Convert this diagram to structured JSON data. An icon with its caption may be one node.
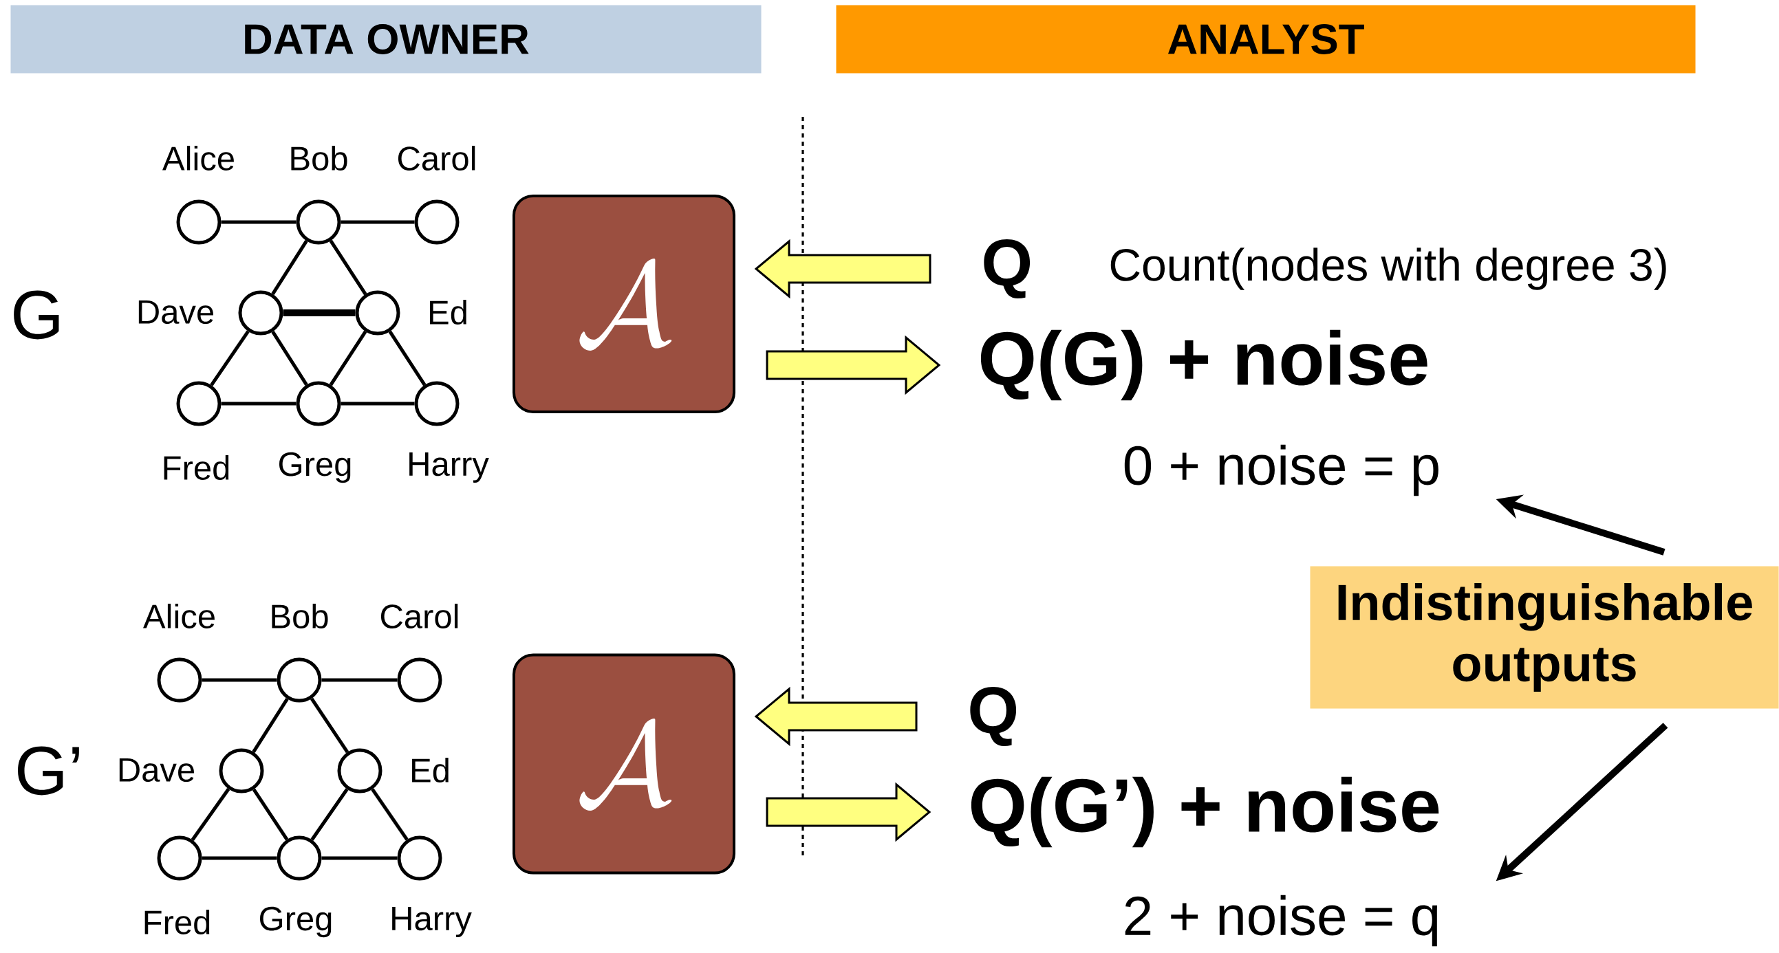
{
  "diagram": {
    "nodes": [
      {
        "text": [
          "DATA OWNER"
        ]
      },
      {
        "text": [
          "ANALYST"
        ]
      },
      {
        "text": [],
        "shape": "circle",
        "beside": [
          "Alice"
        ]
      },
      {
        "text": [],
        "shape": "circle",
        "beside": [
          "Bob"
        ]
      },
      {
        "text": [],
        "shape": "circle",
        "beside": [
          "Carol"
        ]
      },
      {
        "text": [],
        "shape": "circle",
        "beside": [
          "Dave"
        ]
      },
      {
        "text": [],
        "shape": "circle",
        "beside": [
          "Ed"
        ]
      },
      {
        "text": [],
        "shape": "circle",
        "beside": [
          "Fred"
        ]
      },
      {
        "text": [],
        "shape": "circle",
        "beside": [
          "Greg"
        ]
      },
      {
        "text": [],
        "shape": "circle",
        "beside": [
          "Harry"
        ]
      },
      {
        "text": [],
        "shape": "circle",
        "beside": [
          "Alice"
        ]
      },
      {
        "text": [],
        "shape": "circle",
        "beside": [
          "Bob"
        ]
      },
      {
        "text": [],
        "shape": "circle",
        "beside": [
          "Carol"
        ]
      },
      {
        "text": [],
        "shape": "circle",
        "beside": [
          "Dave"
        ]
      },
      {
        "text": [],
        "shape": "circle",
        "beside": [
          "Ed"
        ]
      },
      {
        "text": [],
        "shape": "circle",
        "beside": [
          "Fred"
        ]
      },
      {
        "text": [],
        "shape": "circle",
        "beside": [
          "Greg"
        ]
      },
      {
        "text": [],
        "shape": "circle",
        "beside": [
          "Harry"
        ]
      },
      {
        "text": [
          "\\mathcal{A}"
        ]
      },
      {
        "text": [
          "\\mathcal{A}"
        ]
      },
      {
        "text": [
          "Q"
        ],
        "beside": [
          "Count(nodes with degree 3)"
        ]
      },
      {
        "text": [
          "Q(G) + noise"
        ]
      },
      {
        "text": [
          "0 + noise = p"
        ]
      },
      {
        "text": [
          "Indistinguishable outputs"
        ]
      },
      {
        "text": [
          "Q"
        ]
      },
      {
        "text": [
          "Q(G’) + noise"
        ]
      },
      {
        "text": [
          "2 + noise = q"
        ]
      }
    ],
    "edges": [
      {
        "from": 2,
        "to": 3,
        "arrow": "none"
      },
      {
        "from": 3,
        "to": 4,
        "arrow": "none"
      },
      {
        "from": 3,
        "to": 5,
        "arrow": "none"
      },
      {
        "from": 3,
        "to": 6,
        "arrow": "none"
      },
      {
        "from": 5,
        "to": 6,
        "arrow": "none",
        "style": "thick"
      },
      {
        "from": 5,
        "to": 7,
        "arrow": "none"
      },
      {
        "from": 5,
        "to": 8,
        "arrow": "none"
      },
      {
        "from": 6,
        "to": 8,
        "arrow": "none"
      },
      {
        "from": 6,
        "to": 9,
        "arrow": "none"
      },
      {
        "from": 7,
        "to": 8,
        "arrow": "none"
      },
      {
        "from": 8,
        "to": 9,
        "arrow": "none"
      },
      {
        "from": 10,
        "to": 11,
        "arrow": "none"
      },
      {
        "from": 11,
        "to": 12,
        "arrow": "none"
      },
      {
        "from": 11,
        "to": 13,
        "arrow": "none"
      },
      {
        "from": 11,
        "to": 14,
        "arrow": "none"
      },
      {
        "from": 13,
        "to": 15,
        "arrow": "none"
      },
      {
        "from": 13,
        "to": 16,
        "arrow": "none"
      },
      {
        "from": 14,
        "to": 16,
        "arrow": "none"
      },
      {
        "from": 14,
        "to": 17,
        "arrow": "none"
      },
      {
        "from": 15,
        "to": 16,
        "arrow": "none"
      },
      {
        "from": 16,
        "to": 17,
        "arrow": "none"
      },
      {
        "from": 20,
        "to": 18,
        "arrow": "to",
        "color": "#ffff80"
      },
      {
        "from": 18,
        "to": 21,
        "arrow": "to",
        "color": "#ffff80"
      },
      {
        "from": 24,
        "to": 19,
        "arrow": "to",
        "color": "#ffff80"
      },
      {
        "from": 19,
        "to": 25,
        "arrow": "to",
        "color": "#ffff80"
      },
      {
        "from": 23,
        "to": 22,
        "arrow": "to",
        "style": "thick"
      },
      {
        "from": 23,
        "to": 26,
        "arrow": "to",
        "style": "thick"
      }
    ],
    "labels": [
      "G",
      "G’"
    ]
  }
}
